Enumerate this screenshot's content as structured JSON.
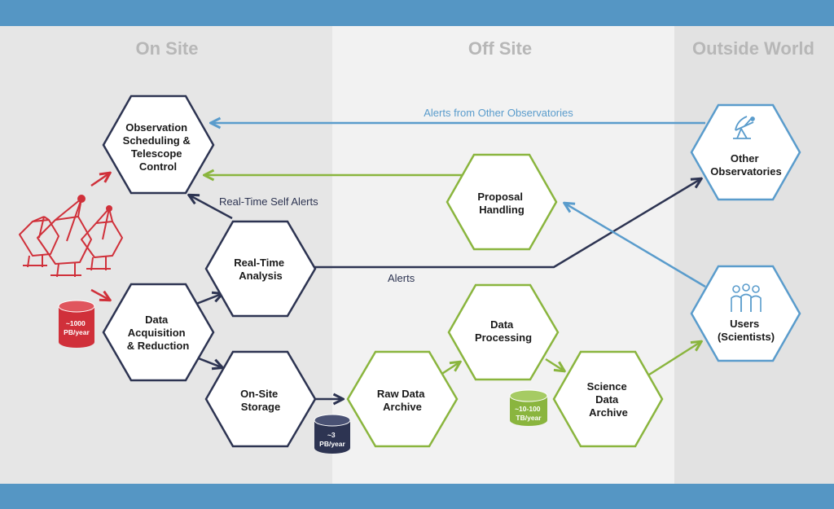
{
  "columns": {
    "on_site": "On Site",
    "off_site": "Off Site",
    "outside": "Outside World"
  },
  "nodes": {
    "obs_sched": [
      "Observation",
      "Scheduling &",
      "Telescope",
      "Control"
    ],
    "proposal": [
      "Proposal",
      "Handling"
    ],
    "other_obs": [
      "Other",
      "Observatories"
    ],
    "rta": [
      "Real-Time",
      "Analysis"
    ],
    "daq": [
      "Data",
      "Acquisition",
      "& Reduction"
    ],
    "onsite_storage": [
      "On-Site",
      "Storage"
    ],
    "raw_archive": [
      "Raw Data",
      "Archive"
    ],
    "data_processing": [
      "Data",
      "Processing"
    ],
    "science_archive": [
      "Science",
      "Data",
      "Archive"
    ],
    "users": [
      "Users",
      "(Scientists)"
    ]
  },
  "labels": {
    "alerts_other": "Alerts from Other Observatories",
    "self_alerts": "Real-Time Self Alerts",
    "alerts": "Alerts"
  },
  "databases": {
    "red": [
      "~1000",
      "PB/year"
    ],
    "navy": [
      "~3",
      "PB/year"
    ],
    "green": [
      "~10-100",
      "TB/year"
    ]
  },
  "colors": {
    "band_blue": "#5596c4",
    "navy": "#2d3452",
    "green": "#8ab53e",
    "blue": "#5a9ccc",
    "red": "#d0303a"
  }
}
